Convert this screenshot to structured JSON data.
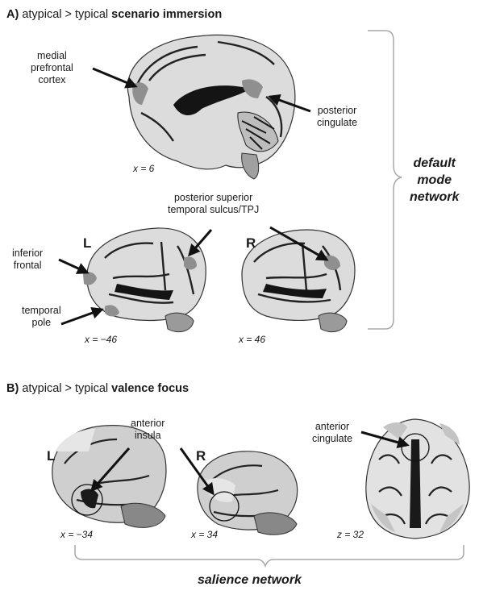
{
  "panel_a": {
    "letter": "A)",
    "prefix": "atypical > typical",
    "emphasis": "scenario immersion",
    "labels": {
      "mpfc": [
        "medial",
        "prefrontal",
        "cortex"
      ],
      "pcc": [
        "posterior",
        "cingulate"
      ],
      "psts": [
        "posterior superior",
        "temporal sulcus/TPJ"
      ],
      "ifg": [
        "inferior",
        "frontal"
      ],
      "tp": [
        "temporal",
        "pole"
      ]
    },
    "coords": {
      "mid": "x = 6",
      "left": "x = −46",
      "right": "x = 46"
    },
    "hemis": {
      "left": "L",
      "right": "R"
    },
    "network": [
      "default",
      "mode",
      "network"
    ]
  },
  "panel_b": {
    "letter": "B)",
    "prefix": "atypical > typical",
    "emphasis": "valence focus",
    "labels": {
      "insula": [
        "anterior",
        "insula"
      ],
      "acc": [
        "anterior",
        "cingulate"
      ]
    },
    "coords": {
      "left": "x = −34",
      "right": "x = 34",
      "axial": "z = 32"
    },
    "hemis": {
      "left": "L",
      "right": "R"
    },
    "network": "salience network"
  },
  "colors": {
    "brain": "#d9d9d9",
    "sulci": "#1c1c1c",
    "activation_a": "#8f8f8f",
    "activation_b": "#c4c4c4",
    "bracket": "#a8a8a8",
    "arrow": "#111111"
  }
}
